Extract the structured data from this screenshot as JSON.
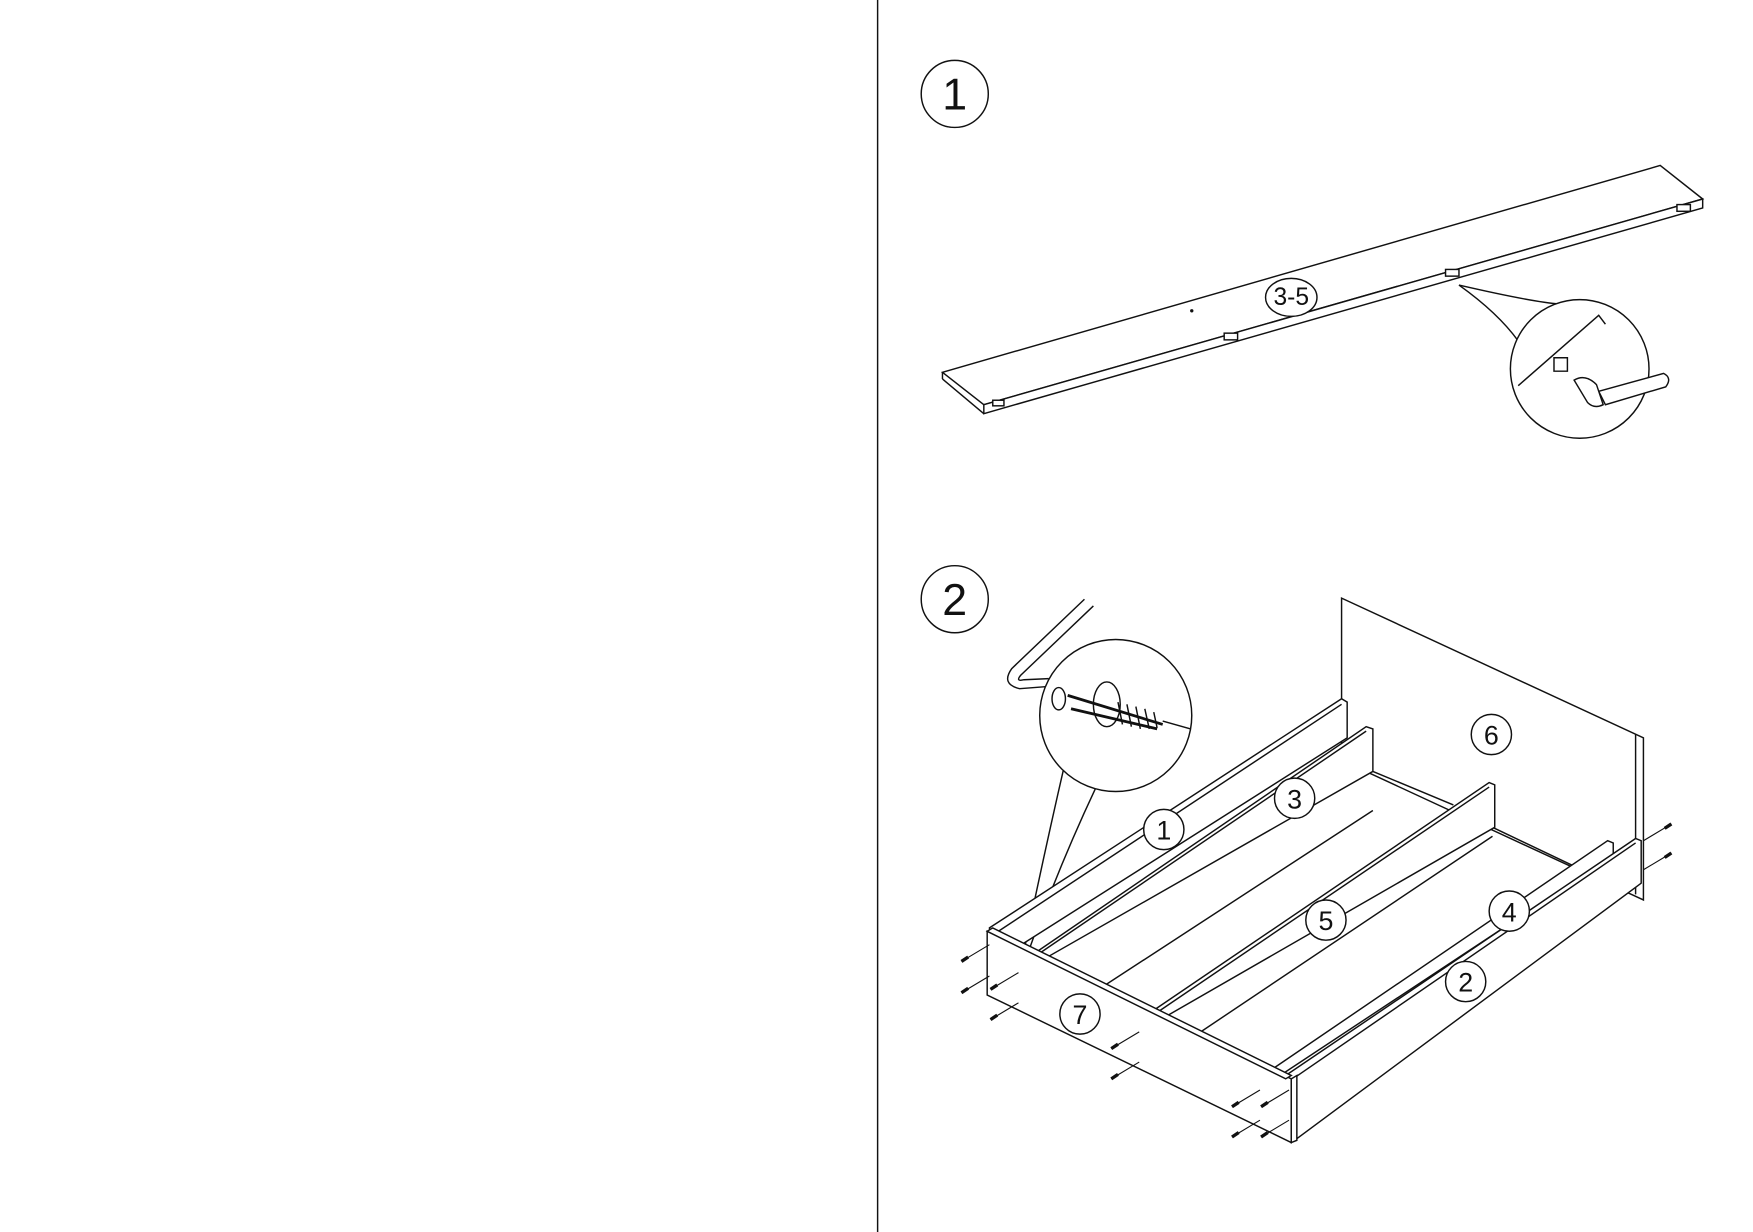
{
  "steps": [
    {
      "number": "1",
      "parts_label": "3-5"
    },
    {
      "number": "2",
      "parts": {
        "p1": "1",
        "p2": "2",
        "p3": "3",
        "p4": "4",
        "p5": "5",
        "p6": "6",
        "p7": "7"
      }
    }
  ],
  "colors": {
    "ink": "#111111",
    "background": "#ffffff"
  }
}
